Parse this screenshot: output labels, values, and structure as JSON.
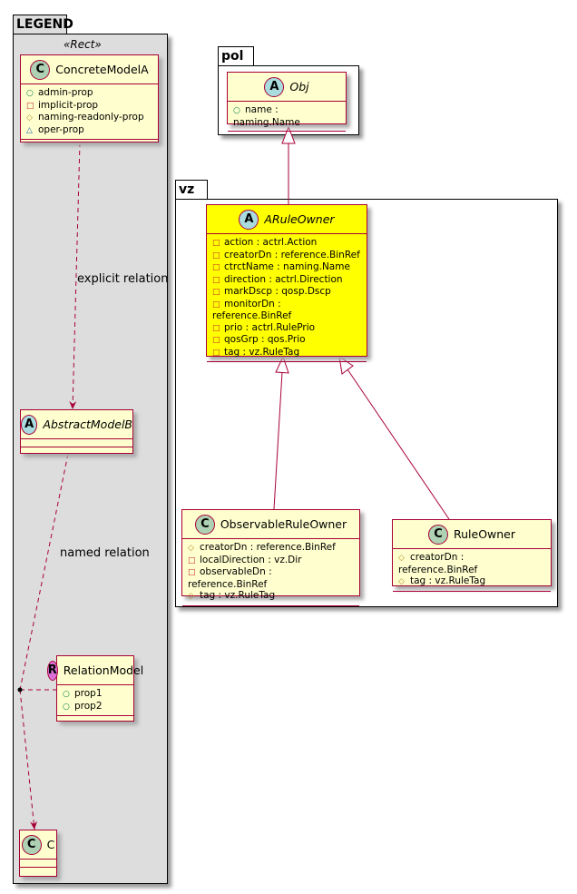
{
  "packages": {
    "legend": "LEGEND",
    "pol": "pol",
    "vz": "vz"
  },
  "stereotype": "«Rect»",
  "relations": {
    "explicit": "explicit relation",
    "named": "named relation"
  },
  "colors": {
    "class_bg": "#fefece",
    "highlight": "#ffff00",
    "border": "#a80036",
    "legend_bg": "#dddddd"
  },
  "classes": [
    {
      "id": "concrete-model-a",
      "kind": "C",
      "name": "ConcreteModelA",
      "attrs": [
        [
          "public",
          "admin-prop"
        ],
        [
          "private",
          "implicit-prop"
        ],
        [
          "protected",
          "naming-readonly-prop"
        ],
        [
          "package",
          "oper-prop"
        ]
      ]
    },
    {
      "id": "abstract-model-b",
      "kind": "A",
      "name": "AbstractModelB",
      "italic": true,
      "attrs": []
    },
    {
      "id": "relation-model",
      "kind": "R",
      "name": "RelationModel",
      "attrs": [
        [
          "public",
          "prop1"
        ],
        [
          "public",
          "prop2"
        ]
      ]
    },
    {
      "id": "c",
      "kind": "C",
      "name": "C",
      "attrs": []
    },
    {
      "id": "obj",
      "kind": "A",
      "name": "Obj",
      "italic": true,
      "attrs": [
        [
          "public",
          "name : naming.Name"
        ]
      ]
    },
    {
      "id": "a-rule-owner",
      "kind": "A",
      "name": "ARuleOwner",
      "italic": true,
      "highlight": true,
      "attrs": [
        [
          "private",
          "action : actrl.Action"
        ],
        [
          "private",
          "creatorDn : reference.BinRef"
        ],
        [
          "private",
          "ctrctName : naming.Name"
        ],
        [
          "private",
          "direction : actrl.Direction"
        ],
        [
          "private",
          "markDscp : qosp.Dscp"
        ],
        [
          "private",
          "monitorDn : reference.BinRef"
        ],
        [
          "private",
          "prio : actrl.RulePrio"
        ],
        [
          "private",
          "qosGrp : qos.Prio"
        ],
        [
          "private",
          "tag : vz.RuleTag"
        ]
      ]
    },
    {
      "id": "observable-rule-owner",
      "kind": "C",
      "name": "ObservableRuleOwner",
      "attrs": [
        [
          "protected",
          "creatorDn : reference.BinRef"
        ],
        [
          "private",
          "localDirection : vz.Dir"
        ],
        [
          "private",
          "observableDn : reference.BinRef"
        ],
        [
          "protected",
          "tag : vz.RuleTag"
        ]
      ]
    },
    {
      "id": "rule-owner",
      "kind": "C",
      "name": "RuleOwner",
      "attrs": [
        [
          "protected",
          "creatorDn : reference.BinRef"
        ],
        [
          "protected",
          "tag : vz.RuleTag"
        ]
      ]
    }
  ]
}
